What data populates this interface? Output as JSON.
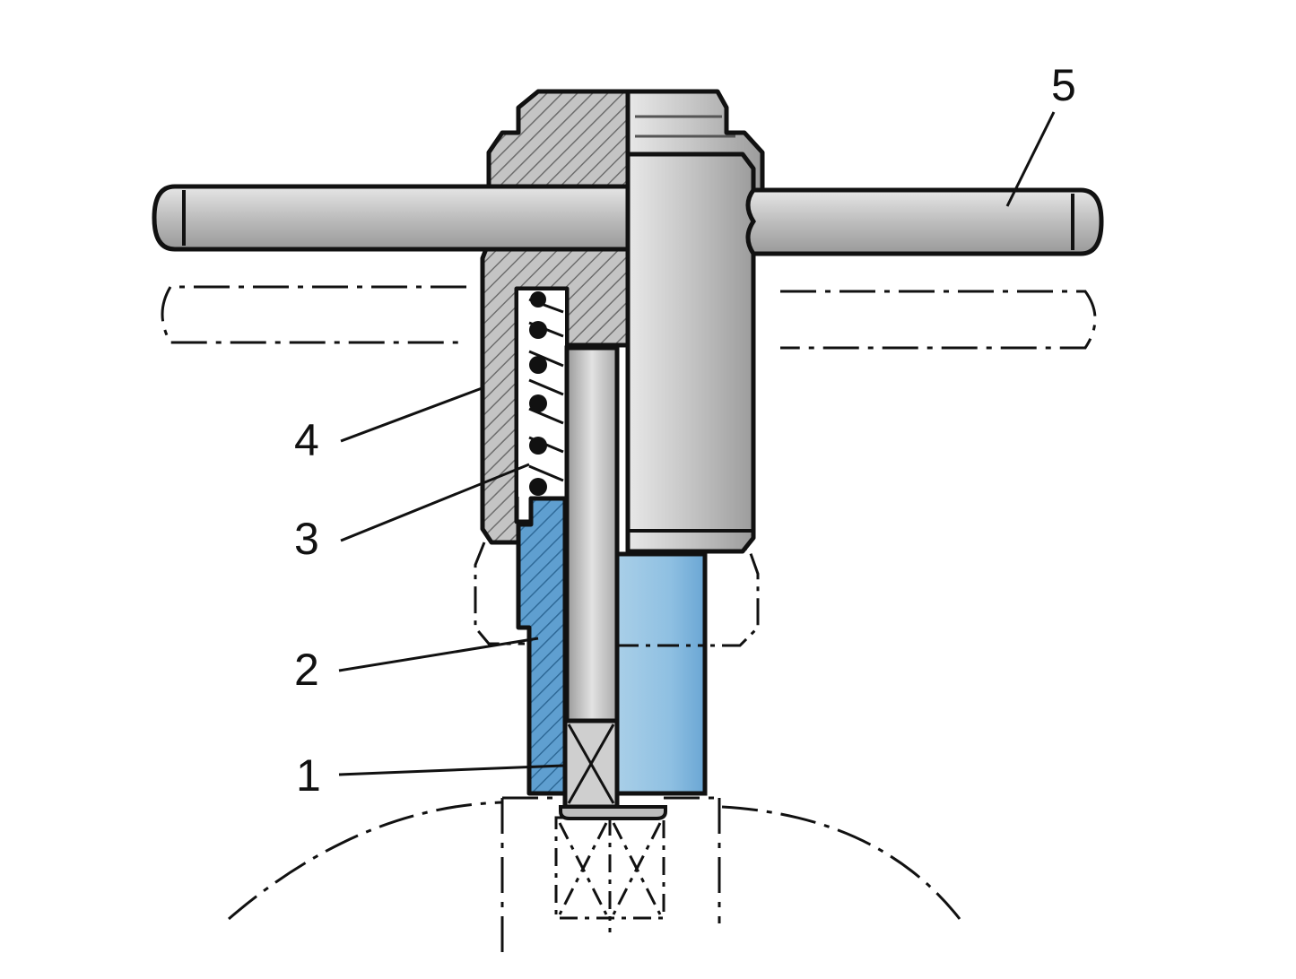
{
  "labels": {
    "one": "1",
    "two": "2",
    "three": "3",
    "four": "4",
    "five": "5"
  },
  "colors": {
    "outline": "#111111",
    "steel": "#b9b9b9",
    "steel_light": "#d6d6d6",
    "hatch": "#8c8c8c",
    "accent_blue": "#4f95c8",
    "accent_blue_light": "#a9cfe8",
    "background": "#ffffff"
  }
}
